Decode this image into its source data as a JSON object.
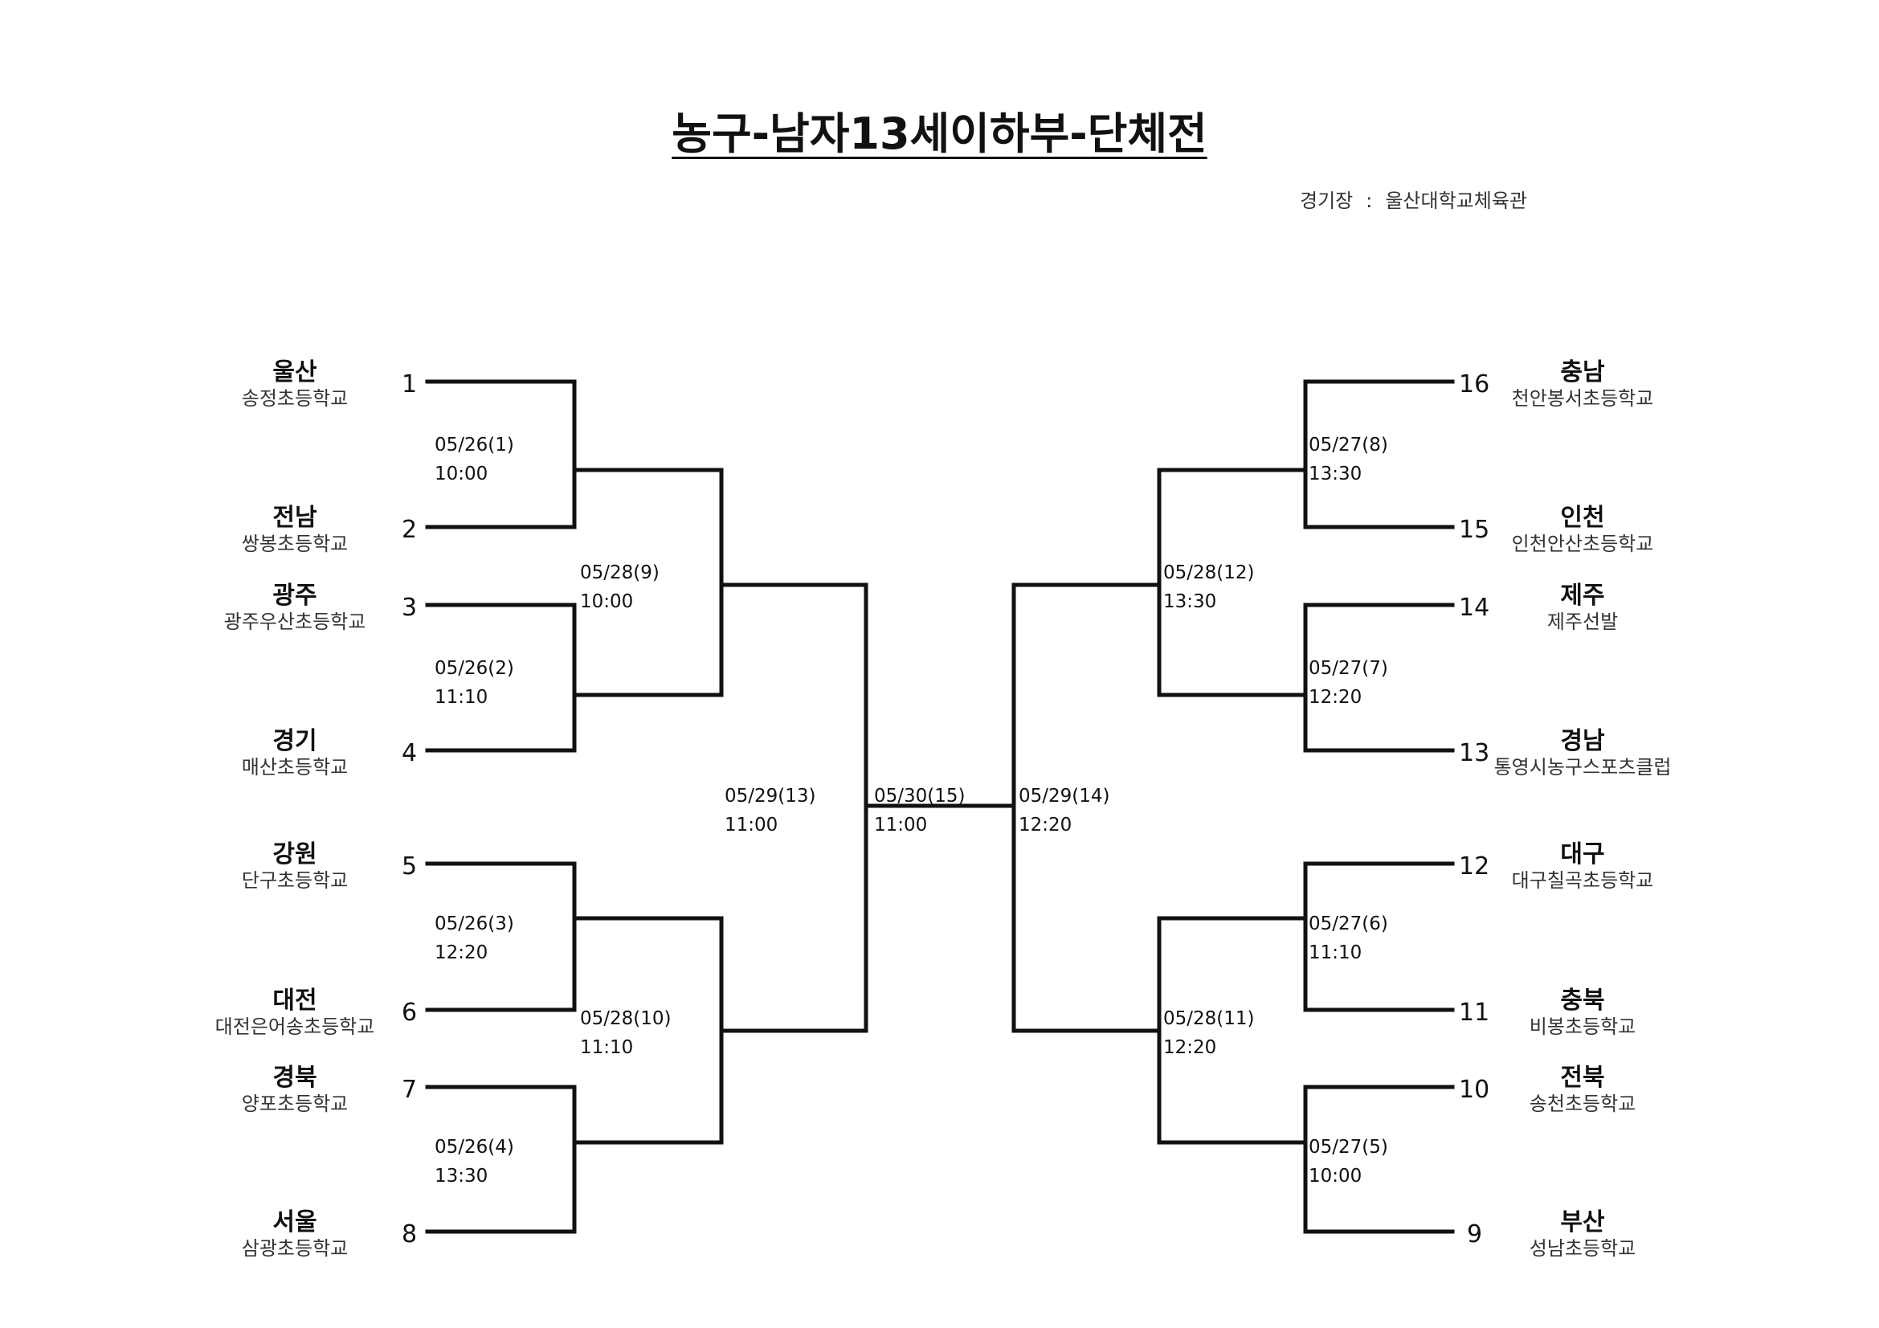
{
  "title": "농구-남자13세이하부-단체전",
  "venue": {
    "label": "경기장",
    "separator": ":",
    "name": "울산대학교체육관"
  },
  "teams": [
    {
      "seed": "1",
      "region": "울산",
      "school": "송정초등학교"
    },
    {
      "seed": "2",
      "region": "전남",
      "school": "쌍봉초등학교"
    },
    {
      "seed": "3",
      "region": "광주",
      "school": "광주우산초등학교"
    },
    {
      "seed": "4",
      "region": "경기",
      "school": "매산초등학교"
    },
    {
      "seed": "5",
      "region": "강원",
      "school": "단구초등학교"
    },
    {
      "seed": "6",
      "region": "대전",
      "school": "대전은어송초등학교"
    },
    {
      "seed": "7",
      "region": "경북",
      "school": "양포초등학교"
    },
    {
      "seed": "8",
      "region": "서울",
      "school": "삼광초등학교"
    },
    {
      "seed": "16",
      "region": "충남",
      "school": "천안봉서초등학교"
    },
    {
      "seed": "15",
      "region": "인천",
      "school": "인천안산초등학교"
    },
    {
      "seed": "14",
      "region": "제주",
      "school": "제주선발"
    },
    {
      "seed": "13",
      "region": "경남",
      "school": "통영시농구스포츠클럽"
    },
    {
      "seed": "12",
      "region": "대구",
      "school": "대구칠곡초등학교"
    },
    {
      "seed": "11",
      "region": "충북",
      "school": "비봉초등학교"
    },
    {
      "seed": "10",
      "region": "전북",
      "school": "송천초등학교"
    },
    {
      "seed": "9",
      "region": "부산",
      "school": "성남초등학교"
    }
  ],
  "matches": [
    {
      "date": "05/26(1)",
      "time": "10:00"
    },
    {
      "date": "05/26(2)",
      "time": "11:10"
    },
    {
      "date": "05/26(3)",
      "time": "12:20"
    },
    {
      "date": "05/26(4)",
      "time": "13:30"
    },
    {
      "date": "05/28(9)",
      "time": "10:00"
    },
    {
      "date": "05/28(10)",
      "time": "11:10"
    },
    {
      "date": "05/29(13)",
      "time": "11:00"
    },
    {
      "date": "05/30(15)",
      "time": "11:00"
    },
    {
      "date": "05/29(14)",
      "time": "12:20"
    },
    {
      "date": "05/28(12)",
      "time": "13:30"
    },
    {
      "date": "05/28(11)",
      "time": "12:20"
    },
    {
      "date": "05/27(8)",
      "time": "13:30"
    },
    {
      "date": "05/27(7)",
      "time": "12:20"
    },
    {
      "date": "05/27(6)",
      "time": "11:10"
    },
    {
      "date": "05/27(5)",
      "time": "10:00"
    }
  ]
}
